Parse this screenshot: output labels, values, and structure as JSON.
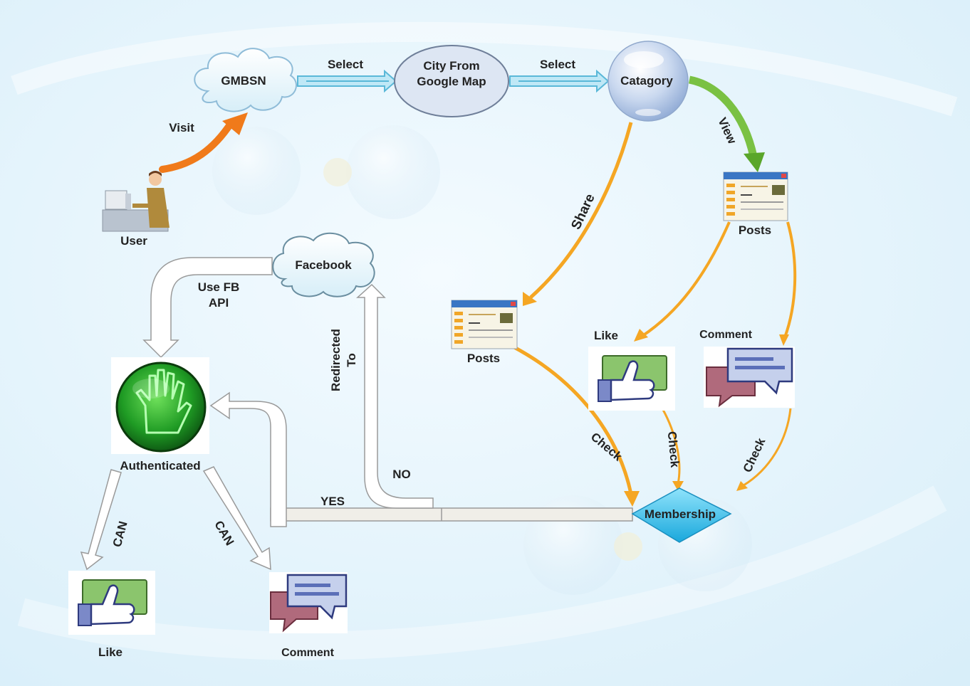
{
  "nodes": {
    "gmbsn": "GMBSN",
    "city": [
      "City From",
      "Google Map"
    ],
    "category": "Catagory",
    "user": "User",
    "facebook": "Facebook",
    "posts_right": "Posts",
    "posts_center": "Posts",
    "like_right": "Like",
    "comment_right": "Comment",
    "authenticated": "Authenticated",
    "membership": "Membership",
    "like_bottom": "Like",
    "comment_bottom": "Comment"
  },
  "edges": {
    "visit": "Visit",
    "select_1": "Select",
    "select_2": "Select",
    "view": "View",
    "share": "Share",
    "use_fb_api": [
      "Use FB",
      "API"
    ],
    "redirected_to": [
      "Redirected",
      "To"
    ],
    "no": "NO",
    "yes": "YES",
    "check_posts": "Check",
    "check_like": "Check",
    "check_comment": "Check",
    "can_like": "CAN",
    "can_comment": "CAN"
  },
  "colors": {
    "orange_arrow": "#f5a623",
    "green_arrow": "#7ac143",
    "visit_arrow": "#f07a1a",
    "cyan_arrow": "#5ab8d8",
    "membership_fill": "#3bc3ec",
    "ellipse_fill": "#dde6f3"
  }
}
